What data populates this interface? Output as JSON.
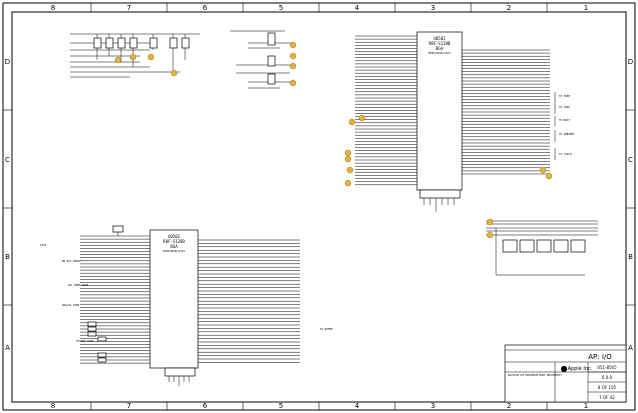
{
  "sheet": {
    "columns": [
      "8",
      "7",
      "6",
      "5",
      "4",
      "3",
      "2",
      "1"
    ],
    "rows": [
      "D",
      "C",
      "B",
      "A"
    ]
  },
  "colors": {
    "marker": "#e3b23c",
    "line": "#000000"
  },
  "chips": {
    "u_top": {
      "ref": "U0502",
      "part": "R8F-S128B",
      "pkg": "BGA",
      "title": "BTRH/BASE/ASIS"
    },
    "u_left": {
      "ref": "U0501",
      "part": "R8F-S128B",
      "pkg": "BGA",
      "title": "BTRH/BASE/ASIS"
    }
  },
  "netgroups": {
    "g1": "I2C0",
    "g2": "EN SEL INPUT",
    "g3": "PAL MGMT ADDR",
    "g4": "ANALOG CORE",
    "g5": "SYSTEM CORE",
    "g6": "TO TREE",
    "g7": "TO CHIP",
    "g8": "TO BOOT",
    "g9": "TO AMBIENT",
    "g10": "TO TOUCH",
    "g11": "TO NVMEM"
  },
  "title_block": {
    "page_title": "AP: I/O",
    "company": "Apple Inc.",
    "notice": "NOTICE OF PROPRIETARY PROPERTY",
    "dwg_no": "051-8565",
    "rev": "6.0.0",
    "sheet_of": "8 OF 105",
    "page_of": "7 OF 42"
  }
}
